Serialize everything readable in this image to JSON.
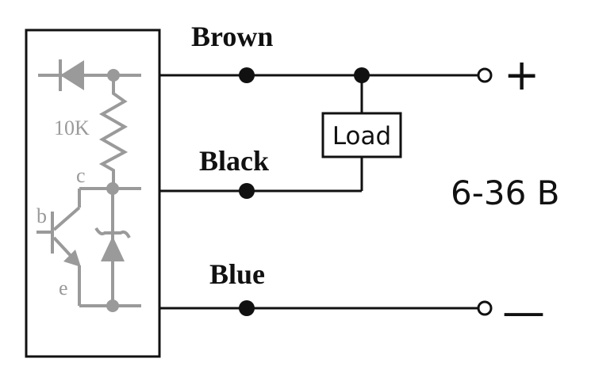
{
  "wires": {
    "brown": "Brown",
    "black": "Black",
    "blue": "Blue"
  },
  "load": {
    "label": "Load"
  },
  "supply": {
    "voltage": "6-36 B",
    "positive": "+",
    "negative": "—"
  },
  "sensor": {
    "resistor": "10K",
    "collector": "c",
    "base": "b",
    "emitter": "e"
  },
  "colors": {
    "ink": "#111111",
    "internal": "#9a9a9a",
    "background": "#ffffff"
  }
}
